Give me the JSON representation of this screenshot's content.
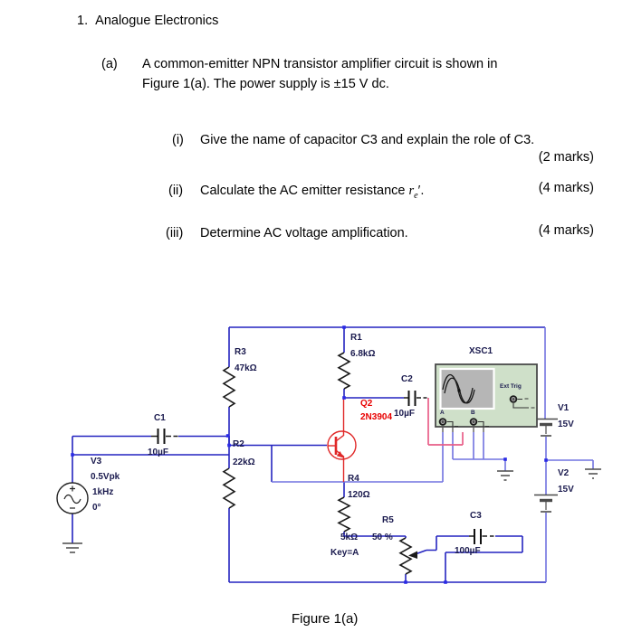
{
  "question": {
    "number": "1.",
    "title": "Analogue Electronics",
    "part_label": "(a)",
    "part_line1": "A common-emitter NPN transistor amplifier circuit is shown in",
    "part_line2": "Figure 1(a). The power supply is ±15 V dc.",
    "items": [
      {
        "label": "(i)",
        "text": "Give the name of capacitor C3 and explain the role of C3.",
        "marks": "(2 marks)"
      },
      {
        "label": "(ii)",
        "text_before": "Calculate the AC emitter resistance ",
        "symbol": {
          "base": "r",
          "sub": "e",
          "prime": "′"
        },
        "text_after": ".",
        "marks": "(4 marks)"
      },
      {
        "label": "(iii)",
        "text": "Determine AC voltage amplification.",
        "marks": "(4 marks)"
      }
    ],
    "caption": "Figure 1(a)"
  },
  "circuit": {
    "components": {
      "r1": {
        "name": "R1",
        "value": "6.8kΩ"
      },
      "r2": {
        "name": "R2",
        "value": "22kΩ"
      },
      "r3": {
        "name": "R3",
        "value": "47kΩ"
      },
      "r4": {
        "name": "R4",
        "value": "120Ω"
      },
      "r5": {
        "name": "R5",
        "value": "5kΩ",
        "percent": "50 %",
        "key": "Key=A"
      },
      "c1": {
        "name": "C1",
        "value": "10µF"
      },
      "c2": {
        "name": "C2",
        "value": "10µF"
      },
      "c3": {
        "name": "C3",
        "value": "100µF"
      },
      "q2": {
        "name": "Q2",
        "value": "2N3904"
      },
      "v1": {
        "name": "V1",
        "value": "15V"
      },
      "v2": {
        "name": "V2",
        "value": "15V"
      },
      "v3": {
        "name": "V3",
        "amplitude": "0.5Vpk",
        "frequency": "1kHz",
        "phase": "0°"
      },
      "scope": {
        "name": "XSC1",
        "ext_trig": "Ext Trig",
        "ch_a": "A",
        "ch_b": "B"
      }
    },
    "colors": {
      "wire_blue": "#2424c0",
      "wire_violet": "#7173e0",
      "wire_pink": "#e85f88",
      "transistor_red": "#e02828",
      "label_navy": "#1a1a4e",
      "label_red": "#e80000",
      "scope_body": "#cfe0c9",
      "scope_screen": "#b6b6b6"
    }
  }
}
